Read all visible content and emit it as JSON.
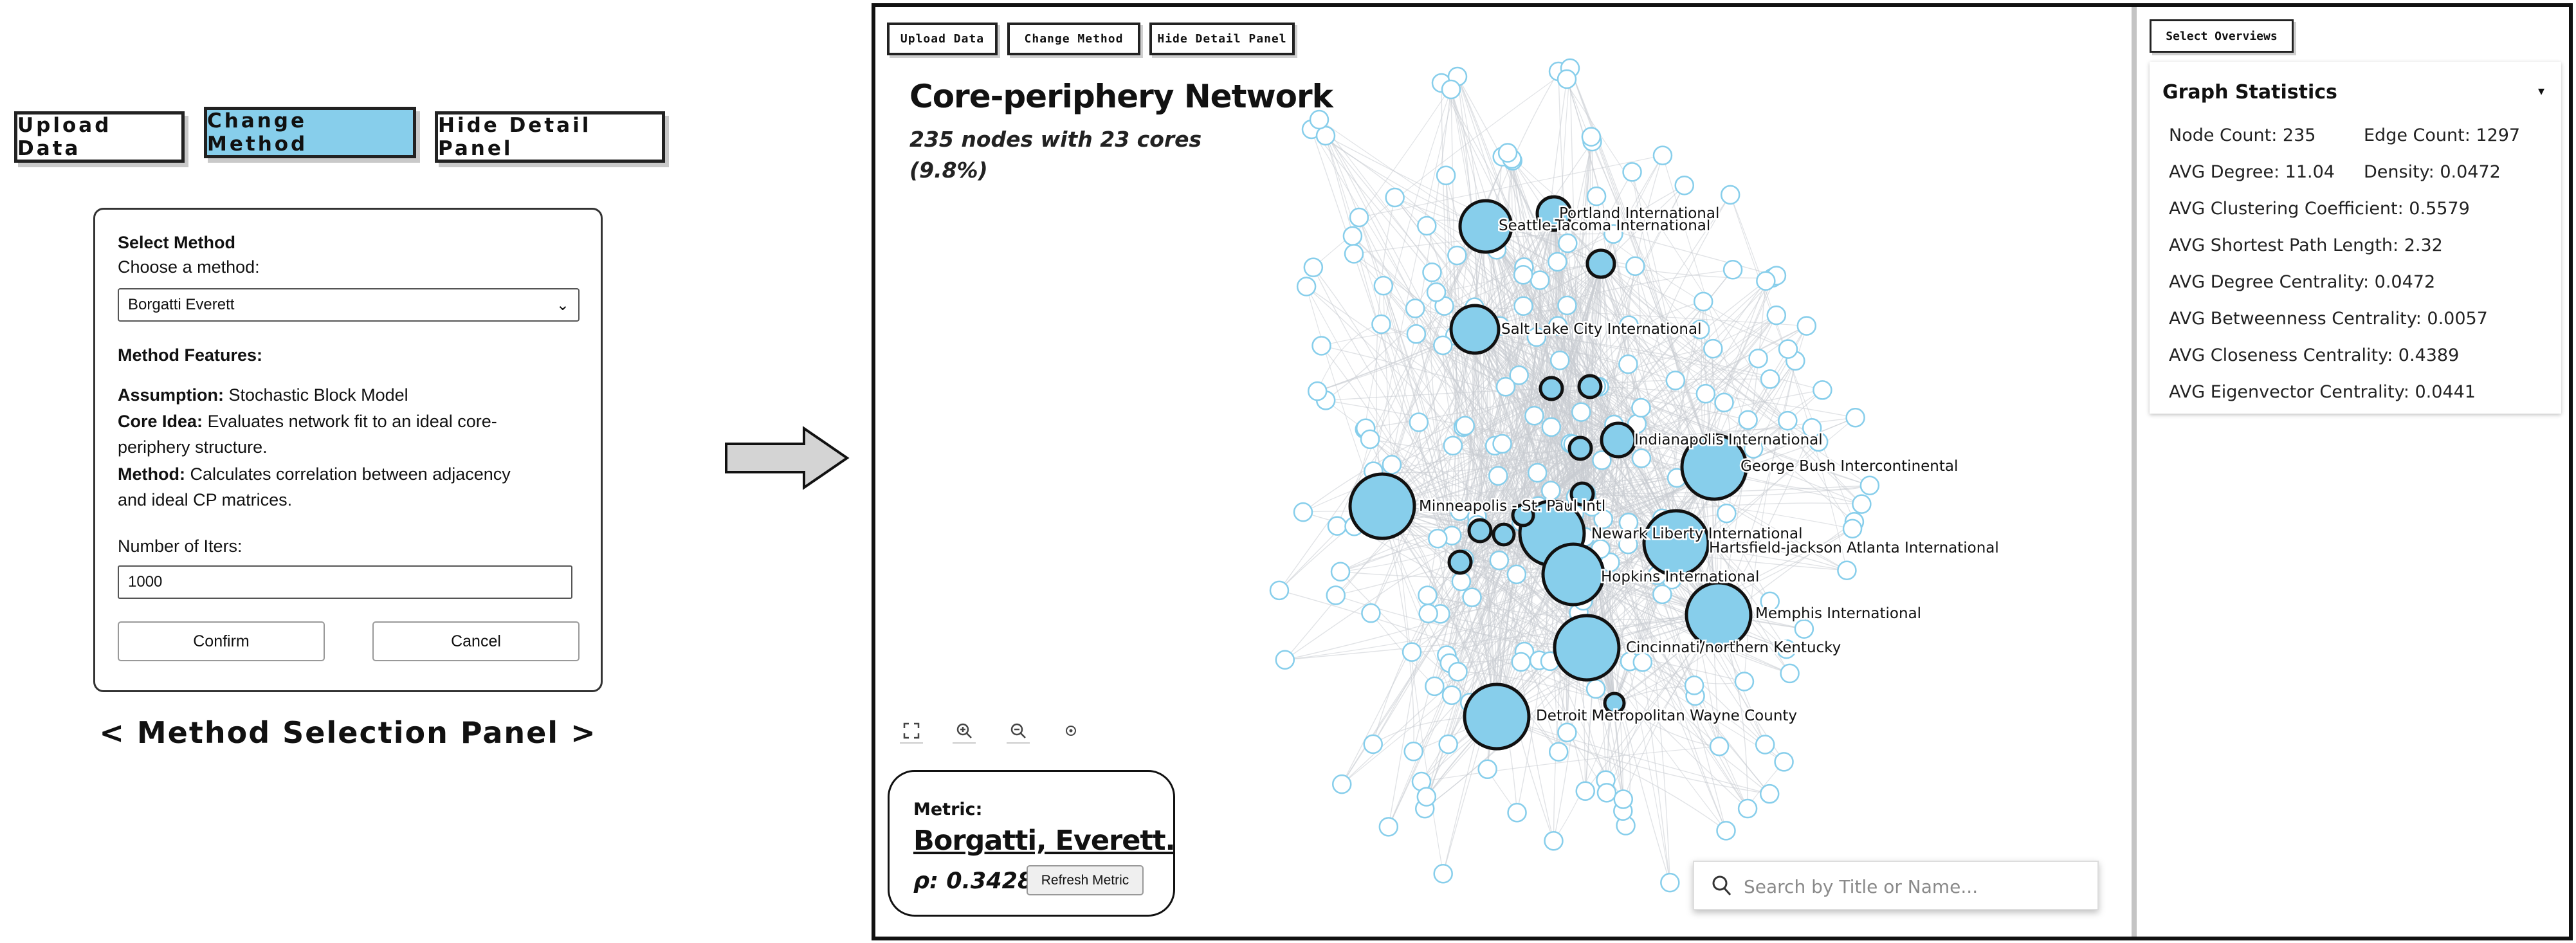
{
  "left_toolbar": {
    "upload_label": "Upload Data",
    "change_label": "Change Method",
    "hide_label": "Hide Detail Panel"
  },
  "method_panel": {
    "title": "Select Method",
    "choose_label": "Choose a method:",
    "selected_method": "Borgatti Everett",
    "features_heading": "Method Features:",
    "assumption_label": "Assumption:",
    "assumption_value": "Stochastic Block Model",
    "core_idea_label": "Core Idea:",
    "core_idea_line1": "Evaluates network fit to an ideal core-",
    "core_idea_line2": "periphery structure.",
    "method_label": "Method:",
    "method_line1": "Calculates correlation between adjacency",
    "method_line2": "and ideal CP matrices.",
    "iters_label": "Number of Iters:",
    "iters_value": "1000",
    "confirm_label": "Confirm",
    "cancel_label": "Cancel"
  },
  "panel_caption": "< Method Selection Panel >",
  "app": {
    "toolbar": {
      "upload_label": "Upload Data",
      "change_label": "Change Method",
      "hide_label": "Hide Detail Panel"
    },
    "network_title": "Core-periphery Network",
    "network_subtitle": "235 nodes with 23 cores (9.8%)",
    "metric": {
      "label": "Metric:",
      "name": "Borgatti, Everett.",
      "rho": "ρ: 0.3428",
      "refresh_label": "Refresh Metric"
    },
    "search_placeholder": "Search by Title or Name...",
    "overview_button": "Select Overviews",
    "stats": {
      "title": "Graph Statistics",
      "node_count": "Node Count: 235",
      "edge_count": "Edge Count: 1297",
      "avg_degree": "AVG Degree: 11.04",
      "density": "Density: 0.0472",
      "clustering": "AVG Clustering Coefficient: 0.5579",
      "shortest_path": "AVG Shortest Path Length: 2.32",
      "degree_centrality": "AVG Degree Centrality: 0.0472",
      "betweenness": "AVG Betweenness Centrality: 0.0057",
      "closeness": "AVG Closeness Centrality: 0.4389",
      "eigenvector": "AVG Eigenvector Centrality: 0.0441"
    },
    "airport_labels": [
      "Portland International",
      "Seattle-Tacoma International",
      "Salt Lake City International",
      "Indianapolis International",
      "George Bush Intercontinental",
      "Minneapolis - St. Paul Intl",
      "Newark Liberty International",
      "Hartsfield-jackson Atlanta International",
      "Hopkins International",
      "Memphis International",
      "Cincinnati/northern Kentucky",
      "Detroit Metropolitan Wayne County"
    ]
  },
  "colors": {
    "core_fill": "#87ceeb",
    "periphery_stroke": "#87ceeb",
    "edge": "#c8ccd2",
    "active_button": "#87ceeb"
  }
}
